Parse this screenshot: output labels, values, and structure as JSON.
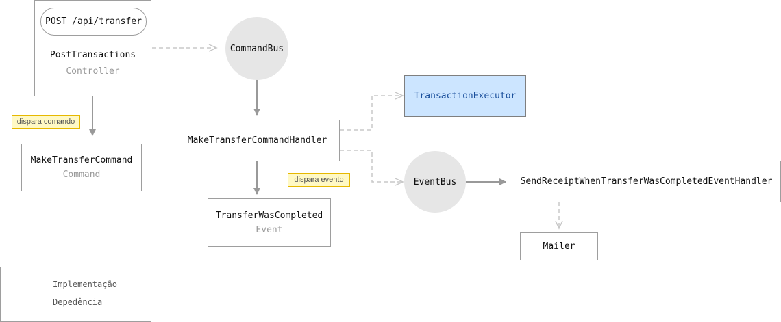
{
  "nodes": {
    "route": "POST /api/transfer",
    "controller": {
      "title": "PostTransactions",
      "subtitle": "Controller"
    },
    "command": {
      "title": "MakeTransferCommand",
      "subtitle": "Command"
    },
    "command_bus": "CommandBus",
    "handler": "MakeTransferCommandHandler",
    "executor": "TransactionExecutor",
    "event": {
      "title": "TransferWasCompleted",
      "subtitle": "Event"
    },
    "event_bus": "EventBus",
    "event_handler": "SendReceiptWhenTransferWasCompletedEventHandler",
    "mailer": "Mailer"
  },
  "notes": {
    "dispatch_command": "dispara comando",
    "dispatch_event": "dispara evento"
  },
  "legend": {
    "implementation": "Implementação",
    "dependency": "Depedência"
  },
  "colors": {
    "highlight_fill": "#cce5ff",
    "highlight_text": "#1a4f9c",
    "note_fill": "#fff9c4",
    "note_border": "#e6b800"
  }
}
